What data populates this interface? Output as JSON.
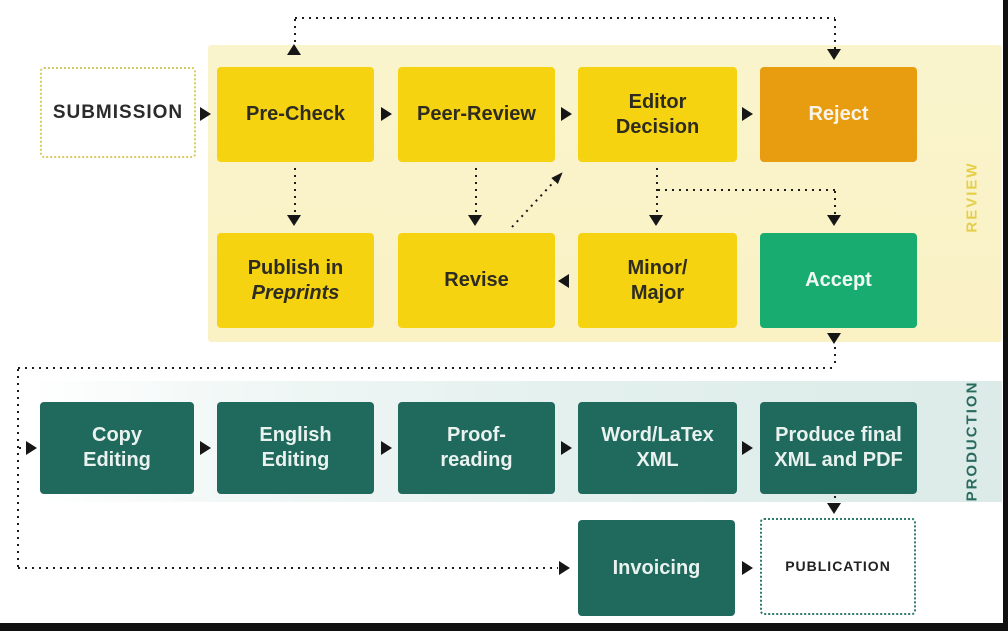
{
  "sections": {
    "review": {
      "label": "REVIEW"
    },
    "production": {
      "label": "PRODUCTION"
    }
  },
  "nodes": {
    "submission": {
      "label": "SUBMISSION"
    },
    "pre_check": {
      "label": "Pre-Check"
    },
    "peer_review": {
      "label": "Peer-Review"
    },
    "editor_decision": {
      "lines": [
        "Editor",
        "Decision"
      ]
    },
    "reject": {
      "label": "Reject"
    },
    "publish_preprints": {
      "lines": [
        "Publish in",
        "Preprints"
      ]
    },
    "revise": {
      "label": "Revise"
    },
    "minor_major": {
      "lines": [
        "Minor/",
        "Major"
      ]
    },
    "accept": {
      "label": "Accept"
    },
    "copy_editing": {
      "lines": [
        "Copy",
        "Editing"
      ]
    },
    "english_editing": {
      "lines": [
        "English",
        "Editing"
      ]
    },
    "proof_reading": {
      "lines": [
        "Proof-",
        "reading"
      ]
    },
    "word_latex_xml": {
      "lines": [
        "Word/LaTex",
        "XML"
      ]
    },
    "produce_final": {
      "lines": [
        "Produce final",
        "XML and PDF"
      ]
    },
    "invoicing": {
      "label": "Invoicing"
    },
    "publication": {
      "label": "PUBLICATION"
    }
  },
  "edges": [
    {
      "from": "submission",
      "to": "pre_check",
      "style": "solid-arrow"
    },
    {
      "from": "pre_check",
      "to": "peer_review",
      "style": "solid-arrow"
    },
    {
      "from": "peer_review",
      "to": "editor_decision",
      "style": "solid-arrow"
    },
    {
      "from": "editor_decision",
      "to": "reject",
      "style": "solid-arrow"
    },
    {
      "from": "pre_check",
      "to": "reject",
      "style": "dotted-top-loop"
    },
    {
      "from": "pre_check",
      "to": "publish_preprints",
      "style": "dotted-arrow"
    },
    {
      "from": "peer_review",
      "to": "revise",
      "style": "dotted-arrow"
    },
    {
      "from": "editor_decision",
      "to": "minor_major",
      "style": "dotted-arrow"
    },
    {
      "from": "editor_decision",
      "to": "accept",
      "style": "dotted-branch"
    },
    {
      "from": "minor_major",
      "to": "revise",
      "style": "solid-arrow"
    },
    {
      "from": "revise",
      "to": "editor_decision",
      "style": "dotted-diagonal-arrow"
    },
    {
      "from": "accept",
      "to": "copy_editing",
      "style": "dotted-arrow"
    },
    {
      "from": "copy_editing",
      "to": "english_editing",
      "style": "solid-arrow"
    },
    {
      "from": "english_editing",
      "to": "proof_reading",
      "style": "solid-arrow"
    },
    {
      "from": "proof_reading",
      "to": "word_latex_xml",
      "style": "solid-arrow"
    },
    {
      "from": "word_latex_xml",
      "to": "produce_final",
      "style": "solid-arrow"
    },
    {
      "from": "accept",
      "to": "invoicing",
      "style": "dotted-arrow"
    },
    {
      "from": "produce_final",
      "to": "publication",
      "style": "dotted-arrow"
    },
    {
      "from": "invoicing",
      "to": "publication",
      "style": "solid-arrow"
    }
  ],
  "colors": {
    "yellow_box": "#f5d311",
    "orange_box": "#e89c10",
    "green_box": "#18ac70",
    "teal_box": "#1f695d",
    "review_panel_bg": "#faf2c5",
    "production_band_bg": "#dcebe8",
    "review_label": "#e4cf4a",
    "production_label": "#2a6b60",
    "connector": "#1c1c1c"
  }
}
